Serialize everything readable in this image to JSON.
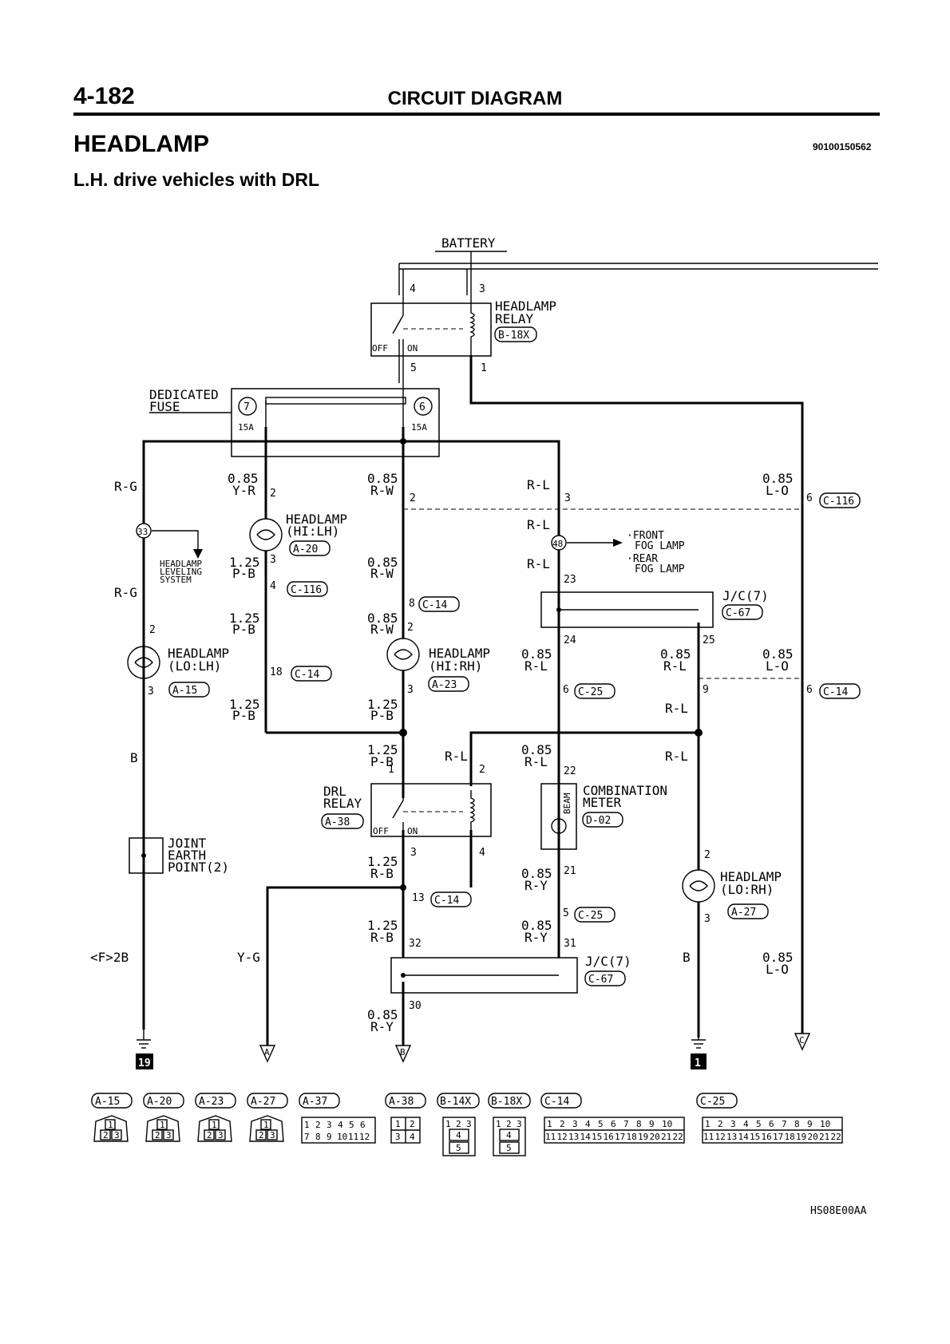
{
  "header": {
    "page_number": "4-182",
    "chapter_title": "CIRCUIT DIAGRAM"
  },
  "section": {
    "title": "HEADLAMP",
    "doc_id": "90100150562",
    "subtitle": "L.H. drive vehicles with DRL"
  },
  "footer": {
    "ref_code": "HS08E00AA"
  },
  "components": {
    "battery": "BATTERY",
    "headlamp_relay": {
      "name1": "HEADLAMP",
      "name2": "RELAY",
      "conn": "B-18X",
      "off": "OFF",
      "on": "ON",
      "pins": [
        "4",
        "3",
        "5",
        "1"
      ]
    },
    "dedicated_fuse": {
      "name1": "DEDICATED",
      "name2": "FUSE",
      "left_no": "7",
      "right_no": "6",
      "left_amp": "15A",
      "right_amp": "15A"
    },
    "headlamp_hi_lh": {
      "name1": "HEADLAMP",
      "name2": "(HI:LH)",
      "conn": "A-20",
      "pin_in": "2",
      "pin_out": "3"
    },
    "headlamp_lo_lh": {
      "name1": "HEADLAMP",
      "name2": "(LO:LH)",
      "conn": "A-15",
      "pin_in": "2",
      "pin_out": "3"
    },
    "headlamp_hi_rh": {
      "name1": "HEADLAMP",
      "name2": "(HI:RH)",
      "conn": "A-23",
      "pin_in": "2",
      "pin_out": "3"
    },
    "headlamp_lo_rh": {
      "name1": "HEADLAMP",
      "name2": "(LO:RH)",
      "conn": "A-27",
      "pin_in": "2",
      "pin_out": "3"
    },
    "leveling": {
      "name1": "HEADLAMP",
      "name2": "LEVELING",
      "name3": "SYSTEM",
      "splice": "33"
    },
    "fog": {
      "item1a": "·FRONT",
      "item1b": "FOG LAMP",
      "item2a": "·REAR",
      "item2b": "FOG LAMP",
      "splice": "48"
    },
    "jc_upper": {
      "name": "J/C(7)",
      "conn": "C-67",
      "pins": [
        "23",
        "24",
        "25"
      ]
    },
    "jc_lower": {
      "name": "J/C(7)",
      "conn": "C-67",
      "pins": [
        "32",
        "31",
        "30"
      ]
    },
    "drl_relay": {
      "name1": "DRL",
      "name2": "RELAY",
      "conn": "A-38",
      "off": "OFF",
      "on": "ON",
      "pins": [
        "1",
        "2",
        "3",
        "4"
      ]
    },
    "combination_meter": {
      "name1": "COMBINATION",
      "name2": "METER",
      "conn": "D-02",
      "beam": "BEAM",
      "pins": [
        "22",
        "21"
      ]
    },
    "joint_earth": {
      "name1": "JOINT",
      "name2": "EARTH",
      "name3": "POINT(2)"
    },
    "grounds": {
      "left_label": "19",
      "right_label": "1"
    },
    "connectors_out": {
      "a": "A",
      "b": "B",
      "c": "C",
      "fb": "<F>2B"
    }
  },
  "wires": {
    "rg1": "R-G",
    "rg2": "R-G",
    "b_left": "B",
    "yr": [
      "0.85",
      "Y-R"
    ],
    "pb1": [
      "1.25",
      "P-B"
    ],
    "pb2": [
      "1.25",
      "P-B"
    ],
    "pb3": [
      "1.25",
      "P-B"
    ],
    "rw1": [
      "0.85",
      "R-W"
    ],
    "rw2": [
      "0.85",
      "R-W"
    ],
    "rw3": [
      "0.85",
      "R-W"
    ],
    "pb4": [
      "1.25",
      "P-B"
    ],
    "pb5": [
      "1.25",
      "P-B"
    ],
    "rb1": [
      "1.25",
      "R-B"
    ],
    "rb2": [
      "1.25",
      "R-B"
    ],
    "ry_bottom": [
      "0.85",
      "R-Y"
    ],
    "rl1": "R-L",
    "rl2": "R-L",
    "rl3": "R-L",
    "rl4": [
      "0.85",
      "R-L"
    ],
    "rl5": [
      "0.85",
      "R-L"
    ],
    "rl6": [
      "0.85",
      "R-L"
    ],
    "rl7": "R-L",
    "rl8": "R-L",
    "rl9": "R-L",
    "ry1": [
      "0.85",
      "R-Y"
    ],
    "ry2": [
      "0.85",
      "R-Y"
    ],
    "lo1": [
      "0.85",
      "L-O"
    ],
    "lo2": [
      "0.85",
      "L-O"
    ],
    "lo3": [
      "0.85",
      "L-O"
    ],
    "yg": "Y-G",
    "b_right": "B"
  },
  "connectors": {
    "c116": "C-116",
    "c14": "C-14",
    "c25": "C-25",
    "pins": {
      "c116_yr": "4",
      "c116_rl": "3",
      "c116_lo": "6",
      "c116_rw": "2",
      "c14_pb": "18",
      "c14_rw": "8",
      "c14_rb": "13",
      "c14_lo": "6",
      "c25_rl": "6",
      "c25_lo": "9",
      "c25_ry": "5"
    }
  },
  "legend": {
    "codes": [
      "A-15",
      "A-20",
      "A-23",
      "A-27",
      "A-37",
      "A-38",
      "B-14X",
      "B-18X",
      "C-14",
      "C-25"
    ],
    "three_pin": [
      "1",
      "2",
      "3"
    ],
    "a37_row1": [
      "1",
      "2",
      "3",
      "4",
      "5",
      "6"
    ],
    "a37_row2": [
      "7",
      "8",
      "9",
      "10",
      "11",
      "12"
    ],
    "a38": [
      "1",
      "2",
      "3",
      "4"
    ],
    "relay5": [
      "1",
      "2",
      "3",
      "4",
      "5"
    ],
    "c22_row1": [
      "1",
      "2",
      "3",
      "4",
      "5",
      "6",
      "7",
      "8",
      "9",
      "10"
    ],
    "c22_row2": [
      "11",
      "12",
      "13",
      "14",
      "15",
      "16",
      "17",
      "18",
      "19",
      "20",
      "21",
      "22"
    ]
  }
}
